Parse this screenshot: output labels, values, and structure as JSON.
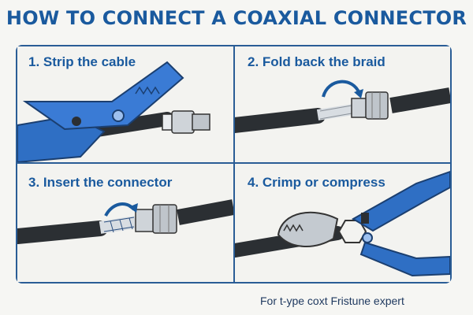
{
  "title": "HOW TO CONNECT A COAXIAL CONNECTOR",
  "steps": [
    {
      "label": "1. Strip the cable",
      "icon": "cable-stripper-icon"
    },
    {
      "label": "2. Fold back the braid",
      "icon": "coax-braid-icon"
    },
    {
      "label": "3. Insert the connector",
      "icon": "coax-connector-icon"
    },
    {
      "label": "4. Crimp or compress",
      "icon": "crimping-pliers-icon"
    }
  ],
  "footer": "For t-ype coxt Fristune expert",
  "colors": {
    "accent": "#1a5a9e",
    "border": "#2a5d96",
    "tool_blue": "#2f6fc4",
    "cable": "#2b2f33",
    "metal": "#c9ced3"
  }
}
